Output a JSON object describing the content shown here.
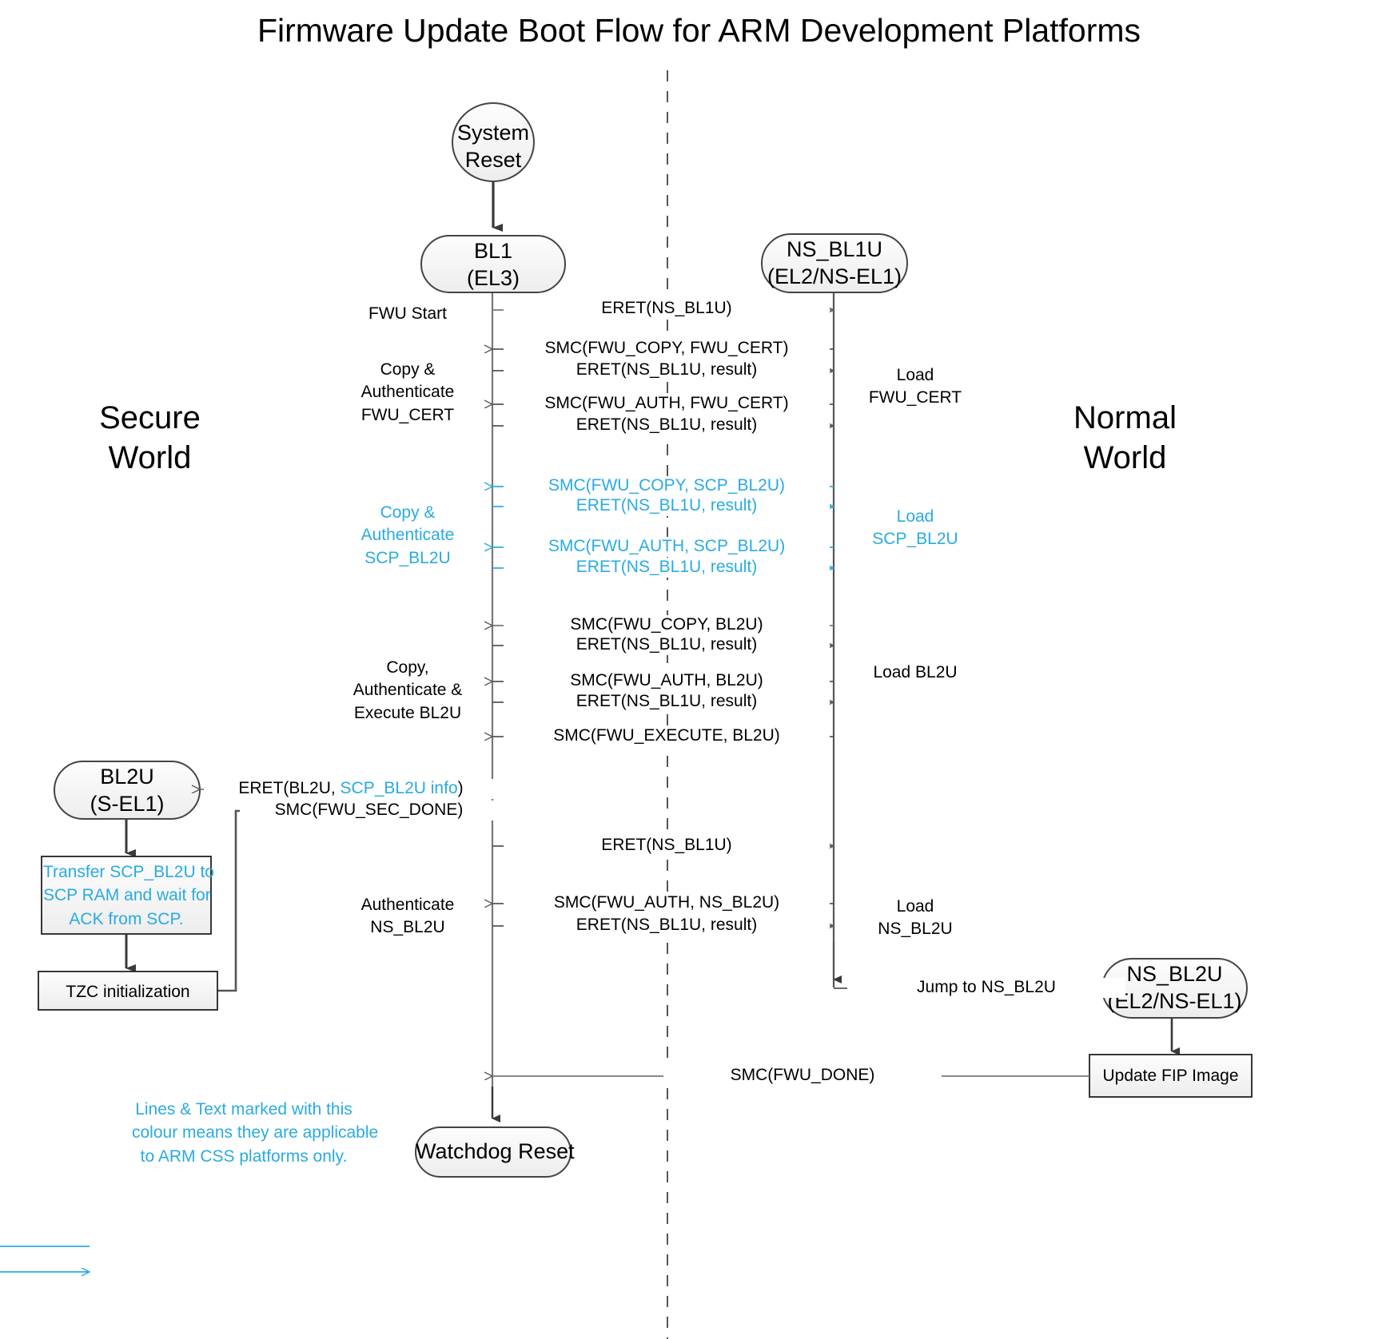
{
  "title": "Firmware Update Boot Flow for ARM Development Platforms",
  "worlds": {
    "secure": "Secure\nWorld",
    "normal": "Normal\nWorld"
  },
  "colors": {
    "css_accent": "#29ABE2",
    "line": "#3a3a3a",
    "node_fill": "#f4f4f4",
    "text": "#000000"
  },
  "nodes": {
    "system_reset": "System\nReset",
    "bl1": "BL1\n(EL3)",
    "ns_bl1u": "NS_BL1U\n(EL2/NS-EL1)",
    "bl2u": "BL2U\n(S-EL1)",
    "ns_bl2u": "NS_BL2U\n(EL2/NS-EL1)",
    "watchdog_reset": "Watchdog Reset",
    "transfer_scp": "Transfer SCP_BL2U to\nSCP RAM and wait for\nACK from SCP.",
    "tzc_init": "TZC initialization",
    "update_fip": "Update FIP Image"
  },
  "messages": [
    {
      "id": "m1",
      "text": "ERET(NS_BL1U)",
      "dir": "rtl_target",
      "css": false
    },
    {
      "id": "m2",
      "text": "SMC(FWU_COPY, FWU_CERT)",
      "dir": "to-bl1",
      "css": false
    },
    {
      "id": "m3",
      "text": "ERET(NS_BL1U, result)",
      "dir": "to-ns",
      "css": false
    },
    {
      "id": "m4",
      "text": "SMC(FWU_AUTH, FWU_CERT)",
      "dir": "to-bl1",
      "css": false
    },
    {
      "id": "m5",
      "text": "ERET(NS_BL1U, result)",
      "dir": "to-ns",
      "css": false
    },
    {
      "id": "m6",
      "text": "SMC(FWU_COPY, SCP_BL2U)",
      "dir": "to-bl1",
      "css": true
    },
    {
      "id": "m7",
      "text": "ERET(NS_BL1U, result)",
      "dir": "to-ns",
      "css": true
    },
    {
      "id": "m8",
      "text": "SMC(FWU_AUTH, SCP_BL2U)",
      "dir": "to-bl1",
      "css": true
    },
    {
      "id": "m9",
      "text": "ERET(NS_BL1U, result)",
      "dir": "to-ns",
      "css": true
    },
    {
      "id": "m10",
      "text": "SMC(FWU_COPY, BL2U)",
      "dir": "to-bl1",
      "css": false
    },
    {
      "id": "m11",
      "text": "ERET(NS_BL1U, result)",
      "dir": "to-ns",
      "css": false
    },
    {
      "id": "m12",
      "text": "SMC(FWU_AUTH, BL2U)",
      "dir": "to-bl1",
      "css": false
    },
    {
      "id": "m13",
      "text": "ERET(NS_BL1U, result)",
      "dir": "to-ns",
      "css": false
    },
    {
      "id": "m14",
      "text": "SMC(FWU_EXECUTE, BL2U)",
      "dir": "to-bl1",
      "css": false
    },
    {
      "id": "m15",
      "text": "SMC(FWU_SEC_DONE)",
      "dir": "to-bl1",
      "css": false
    },
    {
      "id": "m16",
      "text": "ERET(NS_BL1U)",
      "dir": "to-ns",
      "css": false
    },
    {
      "id": "m17",
      "text": "SMC(FWU_AUTH, NS_BL2U)",
      "dir": "to-bl1",
      "css": false
    },
    {
      "id": "m18",
      "text": "ERET(NS_BL1U, result)",
      "dir": "to-ns",
      "css": false
    },
    {
      "id": "m19",
      "text": "Jump to NS_BL2U",
      "dir": "to-ns",
      "css": false
    },
    {
      "id": "m20",
      "text": "SMC(FWU_DONE)",
      "dir": "to-bl1",
      "css": false
    }
  ],
  "eret_bl2u": {
    "prefix": "ERET(BL2U, ",
    "accent": "SCP_BL2U info",
    "suffix": ")"
  },
  "left_annotations": [
    {
      "id": "a1",
      "text": "FWU Start",
      "css": false
    },
    {
      "id": "a2",
      "text": "Copy &\nAuthenticate\nFWU_CERT",
      "css": false
    },
    {
      "id": "a3",
      "text": "Copy &\nAuthenticate\nSCP_BL2U",
      "css": true
    },
    {
      "id": "a4",
      "text": "Copy,\nAuthenticate &\nExecute BL2U",
      "css": false
    },
    {
      "id": "a5",
      "text": "Authenticate\nNS_BL2U",
      "css": false
    }
  ],
  "right_annotations": [
    {
      "id": "r1",
      "text": "Load\nFWU_CERT",
      "css": false
    },
    {
      "id": "r2",
      "text": "Load\nSCP_BL2U",
      "css": true
    },
    {
      "id": "r3",
      "text": "Load BL2U",
      "css": false
    },
    {
      "id": "r4",
      "text": "Load\nNS_BL2U",
      "css": false
    }
  ],
  "legend": {
    "text": "Lines & Text marked with this\ncolour means they are applicable\nto ARM CSS platforms only."
  }
}
